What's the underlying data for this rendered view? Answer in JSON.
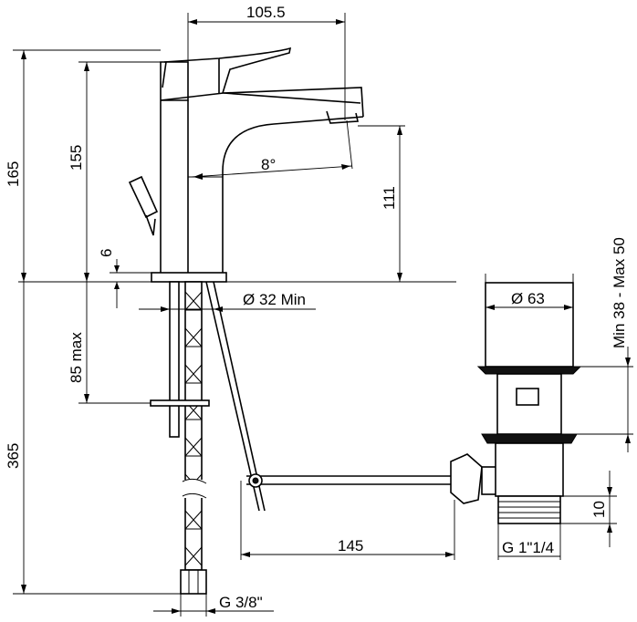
{
  "labels": {
    "overall_width": "105.5",
    "total_height": "165",
    "spout_top_height": "155",
    "outlet_height": "111",
    "base_thickness": "6",
    "spout_angle": "8°",
    "hole_diameter": "Ø 32 Min",
    "counter_depth": "85 max",
    "hose_length": "365",
    "pop_up_rod": "145",
    "waste_diameter": "Ø 63",
    "waste_thread_len": "10",
    "waste_range": "Min 38  -  Max 50",
    "waste_thread": "G  1\"1/4",
    "hose_thread": "G  3/8\""
  }
}
